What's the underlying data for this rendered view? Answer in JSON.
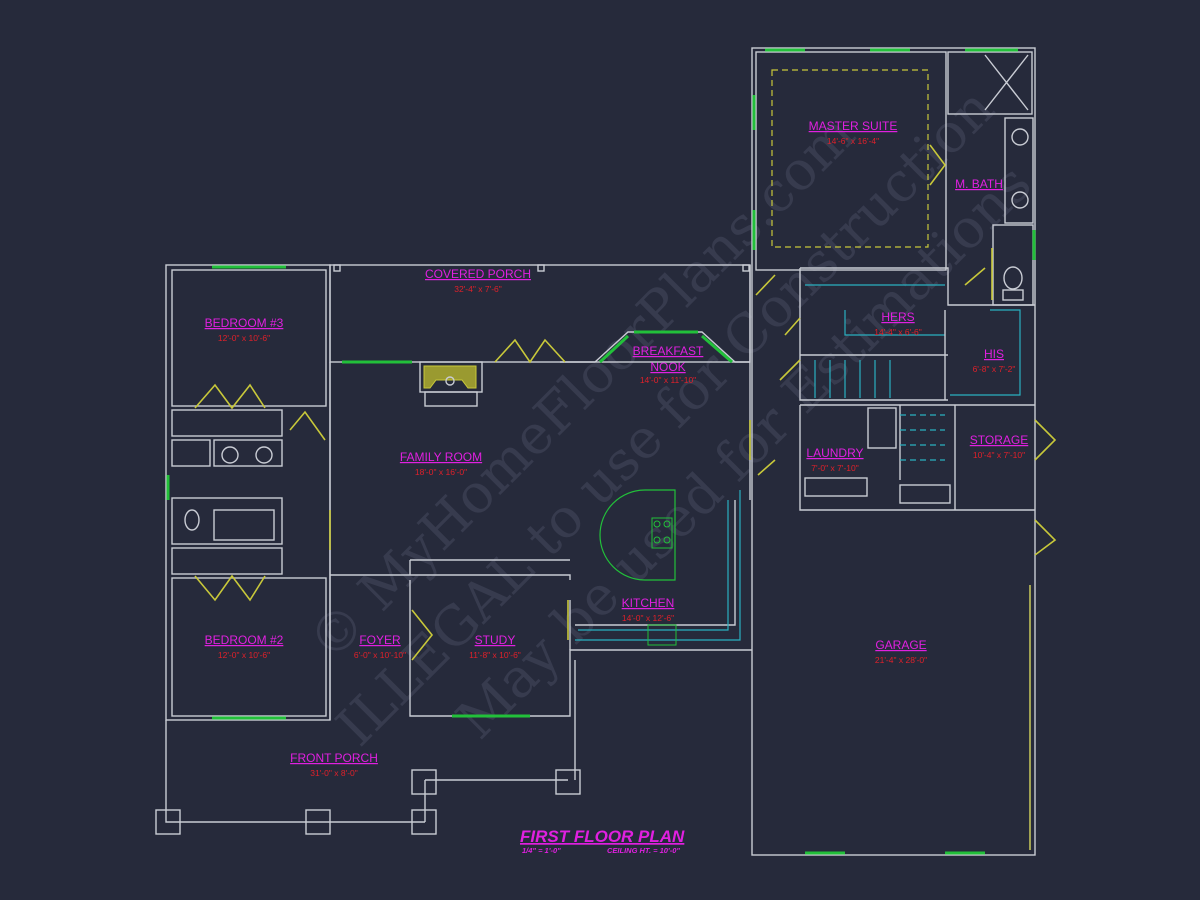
{
  "title": "FIRST FLOOR PLAN",
  "scale": "1/4\" = 1'-0\"",
  "ceiling": "CEILING HT. = 10'-0\"",
  "watermark": {
    "line1": "© MyHomeFloorPlans.com",
    "line2": "ILLEGAL to use for Construction",
    "line3": "May be used for Estimations"
  },
  "rooms": {
    "covered_porch": {
      "name": "COVERED PORCH",
      "dims": "32'-4\" x 7'-6\""
    },
    "bedroom3": {
      "name": "BEDROOM #3",
      "dims": "12'-0\" x 10'-6\""
    },
    "breakfast": {
      "name": "BREAKFAST",
      "name2": "NOOK",
      "dims": "14'-0\" x 11'-10\""
    },
    "family": {
      "name": "FAMILY ROOM",
      "dims": "18'-0\" x 16'-0\""
    },
    "master": {
      "name": "MASTER SUITE",
      "dims": "14'-6\" x 16'-4\""
    },
    "mbath": {
      "name": "M. BATH"
    },
    "hers": {
      "name": "HERS",
      "dims": "14'-4\" x 6'-6\""
    },
    "his": {
      "name": "HIS",
      "dims": "6'-8\" x 7'-2\""
    },
    "laundry": {
      "name": "LAUNDRY",
      "dims": "7'-0\" x 7'-10\""
    },
    "storage": {
      "name": "STORAGE",
      "dims": "10'-4\" x 7'-10\""
    },
    "kitchen": {
      "name": "KITCHEN",
      "dims": "14'-0\" x 12'-6\""
    },
    "bedroom2": {
      "name": "BEDROOM #2",
      "dims": "12'-0\" x 10'-6\""
    },
    "foyer": {
      "name": "FOYER",
      "dims": "6'-0\" x 10'-10\""
    },
    "study": {
      "name": "STUDY",
      "dims": "11'-8\" x 10'-6\""
    },
    "garage": {
      "name": "GARAGE",
      "dims": "21'-4\" x 28'-0\""
    },
    "front_porch": {
      "name": "FRONT PORCH",
      "dims": "31'-0\" x 8'-0\""
    }
  },
  "colors": {
    "background": "#262a3b",
    "room_name": "#e020e0",
    "dimension": "#e0202a",
    "wall": "#c9ccd4",
    "window": "#22c03a",
    "door": "#c8c83a",
    "cabinet": "#2ab0c0"
  }
}
